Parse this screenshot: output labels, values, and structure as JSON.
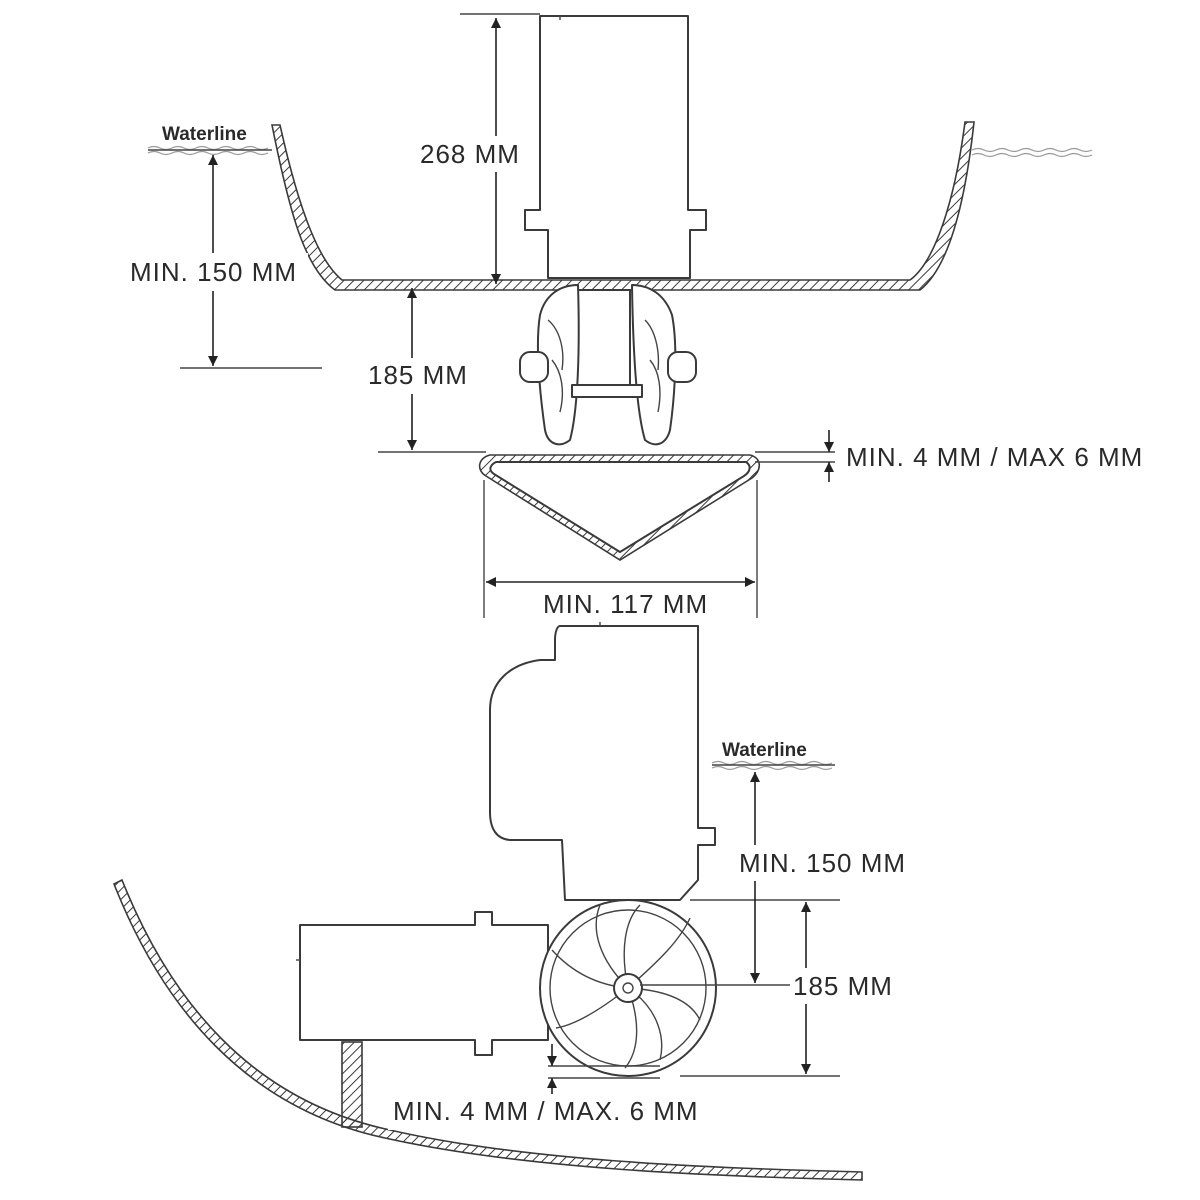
{
  "top_view": {
    "waterline_label": "Waterline",
    "motor_height_label": "268 MM",
    "min_depth_label": "MIN. 150 MM",
    "tunnel_diameter_label": "185 MM",
    "clearance_label": "MIN. 4 MM / MAX 6 MM",
    "min_width_label": "MIN. 117 MM"
  },
  "side_view": {
    "waterline_label": "Waterline",
    "min_depth_label": "MIN. 150 MM",
    "tunnel_diameter_label": "185 MM",
    "clearance_label": "MIN. 4 MM / MAX. 6 MM"
  }
}
